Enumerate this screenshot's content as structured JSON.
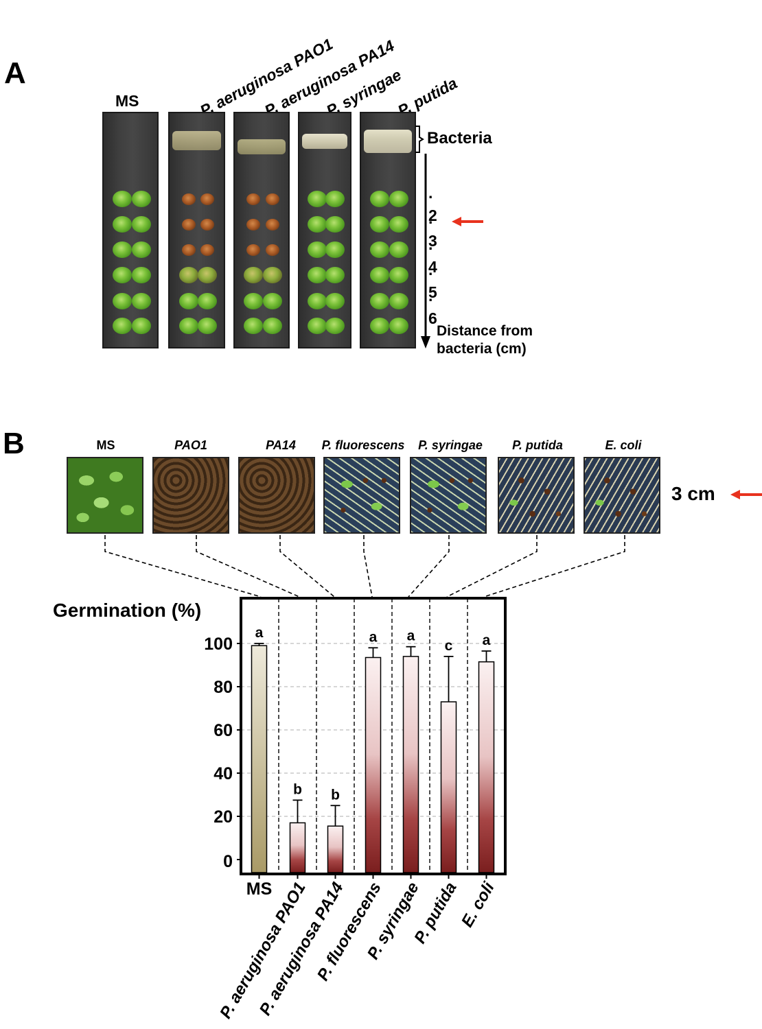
{
  "panel_a": {
    "letter": "A",
    "plate_labels": [
      {
        "prefix": "",
        "name": "MS",
        "italic": false
      },
      {
        "prefix": "+ ",
        "name": "P. aeruginosa PAO1",
        "italic": true
      },
      {
        "prefix": "+ ",
        "name": "P. aeruginosa PA14",
        "italic": true
      },
      {
        "prefix": "+ ",
        "name": "P. syringae",
        "italic": true
      },
      {
        "prefix": "+ ",
        "name": "P. putida",
        "italic": true
      }
    ],
    "bacteria_label": "Bacteria",
    "distance_ticks": [
      "2",
      "3",
      "4",
      "5",
      "6"
    ],
    "highlighted_distance": "3",
    "axis_label_line1": "Distance from",
    "axis_label_line2": "bacteria (cm)",
    "arrow_color": "#e8321e"
  },
  "panel_b": {
    "letter": "B",
    "photo_labels": [
      {
        "text": "MS",
        "italic": false,
        "kind": "green"
      },
      {
        "text": "PAO1",
        "italic": true,
        "kind": "seeds"
      },
      {
        "text": "PA14",
        "italic": true,
        "kind": "seeds"
      },
      {
        "text": "P. fluorescens",
        "italic": true,
        "kind": "mix"
      },
      {
        "text": "P. syringae",
        "italic": true,
        "kind": "mix"
      },
      {
        "text": "P. putida",
        "italic": true,
        "kind": "brownmix"
      },
      {
        "text": "E. coli",
        "italic": true,
        "kind": "brownmix"
      }
    ],
    "distance_label": "3 cm"
  },
  "chart_data": {
    "type": "bar",
    "ylabel": "Germination (%)",
    "ylim": [
      0,
      100
    ],
    "yticks": [
      0,
      20,
      40,
      60,
      80,
      100
    ],
    "grid": true,
    "categories": [
      "MS",
      "P. aeruginosa PAO1",
      "P. aeruginosa PA14",
      "P. fluorescens",
      "P. syringae",
      "P. putida",
      "E. coli"
    ],
    "values": [
      99,
      17,
      15.5,
      93.5,
      94,
      73,
      91.5
    ],
    "errors": [
      1,
      10.5,
      9.5,
      4.5,
      4.5,
      21,
      5
    ],
    "significance_letters": [
      "a",
      "b",
      "b",
      "a",
      "a",
      "c",
      "a"
    ],
    "colors": {
      "control": "#a99a66",
      "treated": "#7a1e1e"
    }
  }
}
